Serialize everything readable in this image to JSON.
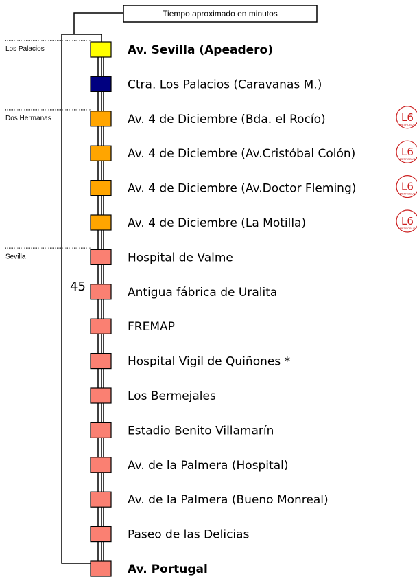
{
  "legend": {
    "label": "Tiempo aproximado en minutos"
  },
  "travel_time": {
    "value": "45"
  },
  "zones": [
    {
      "name": "Los Palacios",
      "from_stop": 0
    },
    {
      "name": "Dos Hermanas",
      "from_stop": 2
    },
    {
      "name": "Sevilla",
      "from_stop": 6
    }
  ],
  "stops": [
    {
      "name": "Av. Sevilla (Apeadero)",
      "color": "#ffff00",
      "bold": true,
      "metrobus": false
    },
    {
      "name": "Ctra. Los Palacios (Caravanas M.)",
      "color": "#000080",
      "bold": false,
      "metrobus": false
    },
    {
      "name": "Av. 4 de Diciembre (Bda. el Rocío)",
      "color": "#ffa500",
      "bold": false,
      "metrobus": true
    },
    {
      "name": "Av. 4 de Diciembre (Av.Cristóbal Colón)",
      "color": "#ffa500",
      "bold": false,
      "metrobus": true
    },
    {
      "name": "Av. 4 de Diciembre (Av.Doctor Fleming)",
      "color": "#ffa500",
      "bold": false,
      "metrobus": true
    },
    {
      "name": "Av. 4 de Diciembre (La Motilla)",
      "color": "#ffa500",
      "bold": false,
      "metrobus": true
    },
    {
      "name": "Hospital de Valme",
      "color": "#fa8072",
      "bold": false,
      "metrobus": false
    },
    {
      "name": "Antigua fábrica de Uralita",
      "color": "#fa8072",
      "bold": false,
      "metrobus": false
    },
    {
      "name": "FREMAP",
      "color": "#fa8072",
      "bold": false,
      "metrobus": false
    },
    {
      "name": "Hospital Vigil de Quiñones *",
      "color": "#fa8072",
      "bold": false,
      "metrobus": false
    },
    {
      "name": "Los Bermejales",
      "color": "#fa8072",
      "bold": false,
      "metrobus": false
    },
    {
      "name": "Estadio Benito Villamarín",
      "color": "#fa8072",
      "bold": false,
      "metrobus": false
    },
    {
      "name": "Av. de la Palmera (Hospital)",
      "color": "#fa8072",
      "bold": false,
      "metrobus": false
    },
    {
      "name": "Av. de la Palmera (Bueno Monreal)",
      "color": "#fa8072",
      "bold": false,
      "metrobus": false
    },
    {
      "name": "Paseo de las Delicias",
      "color": "#fa8072",
      "bold": false,
      "metrobus": false
    },
    {
      "name": "Av. Portugal",
      "color": "#fa8072",
      "bold": true,
      "metrobus": false
    }
  ],
  "metrobus_badge": {
    "line": "L6",
    "text": "METROBUS",
    "color": "#cc1f1f"
  }
}
